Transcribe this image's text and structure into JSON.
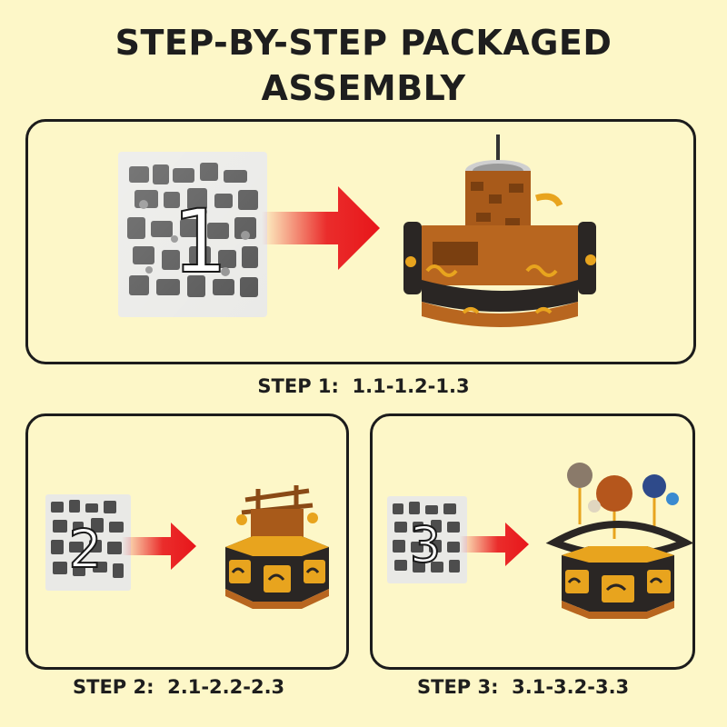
{
  "title": {
    "line1": "STEP-BY-STEP PACKAGED",
    "line2": "ASSEMBLY"
  },
  "steps": [
    {
      "bag_number": "1",
      "caption": "STEP 1:  1.1-1.2-1.3"
    },
    {
      "bag_number": "2",
      "caption": "STEP 2:  2.1-2.2-2.3"
    },
    {
      "bag_number": "3",
      "caption": "STEP 3:  3.1-3.2-3.3"
    }
  ],
  "colors": {
    "background": "#fdf7c8",
    "arrow_red": "#e8161a",
    "brick_brown": "#b8661f",
    "brick_gold": "#e8a41e",
    "brick_black": "#2a2624"
  },
  "icons": {
    "bag": "parts-bag-icon",
    "arrow": "red-arrow-icon",
    "model": "brick-model-image"
  }
}
